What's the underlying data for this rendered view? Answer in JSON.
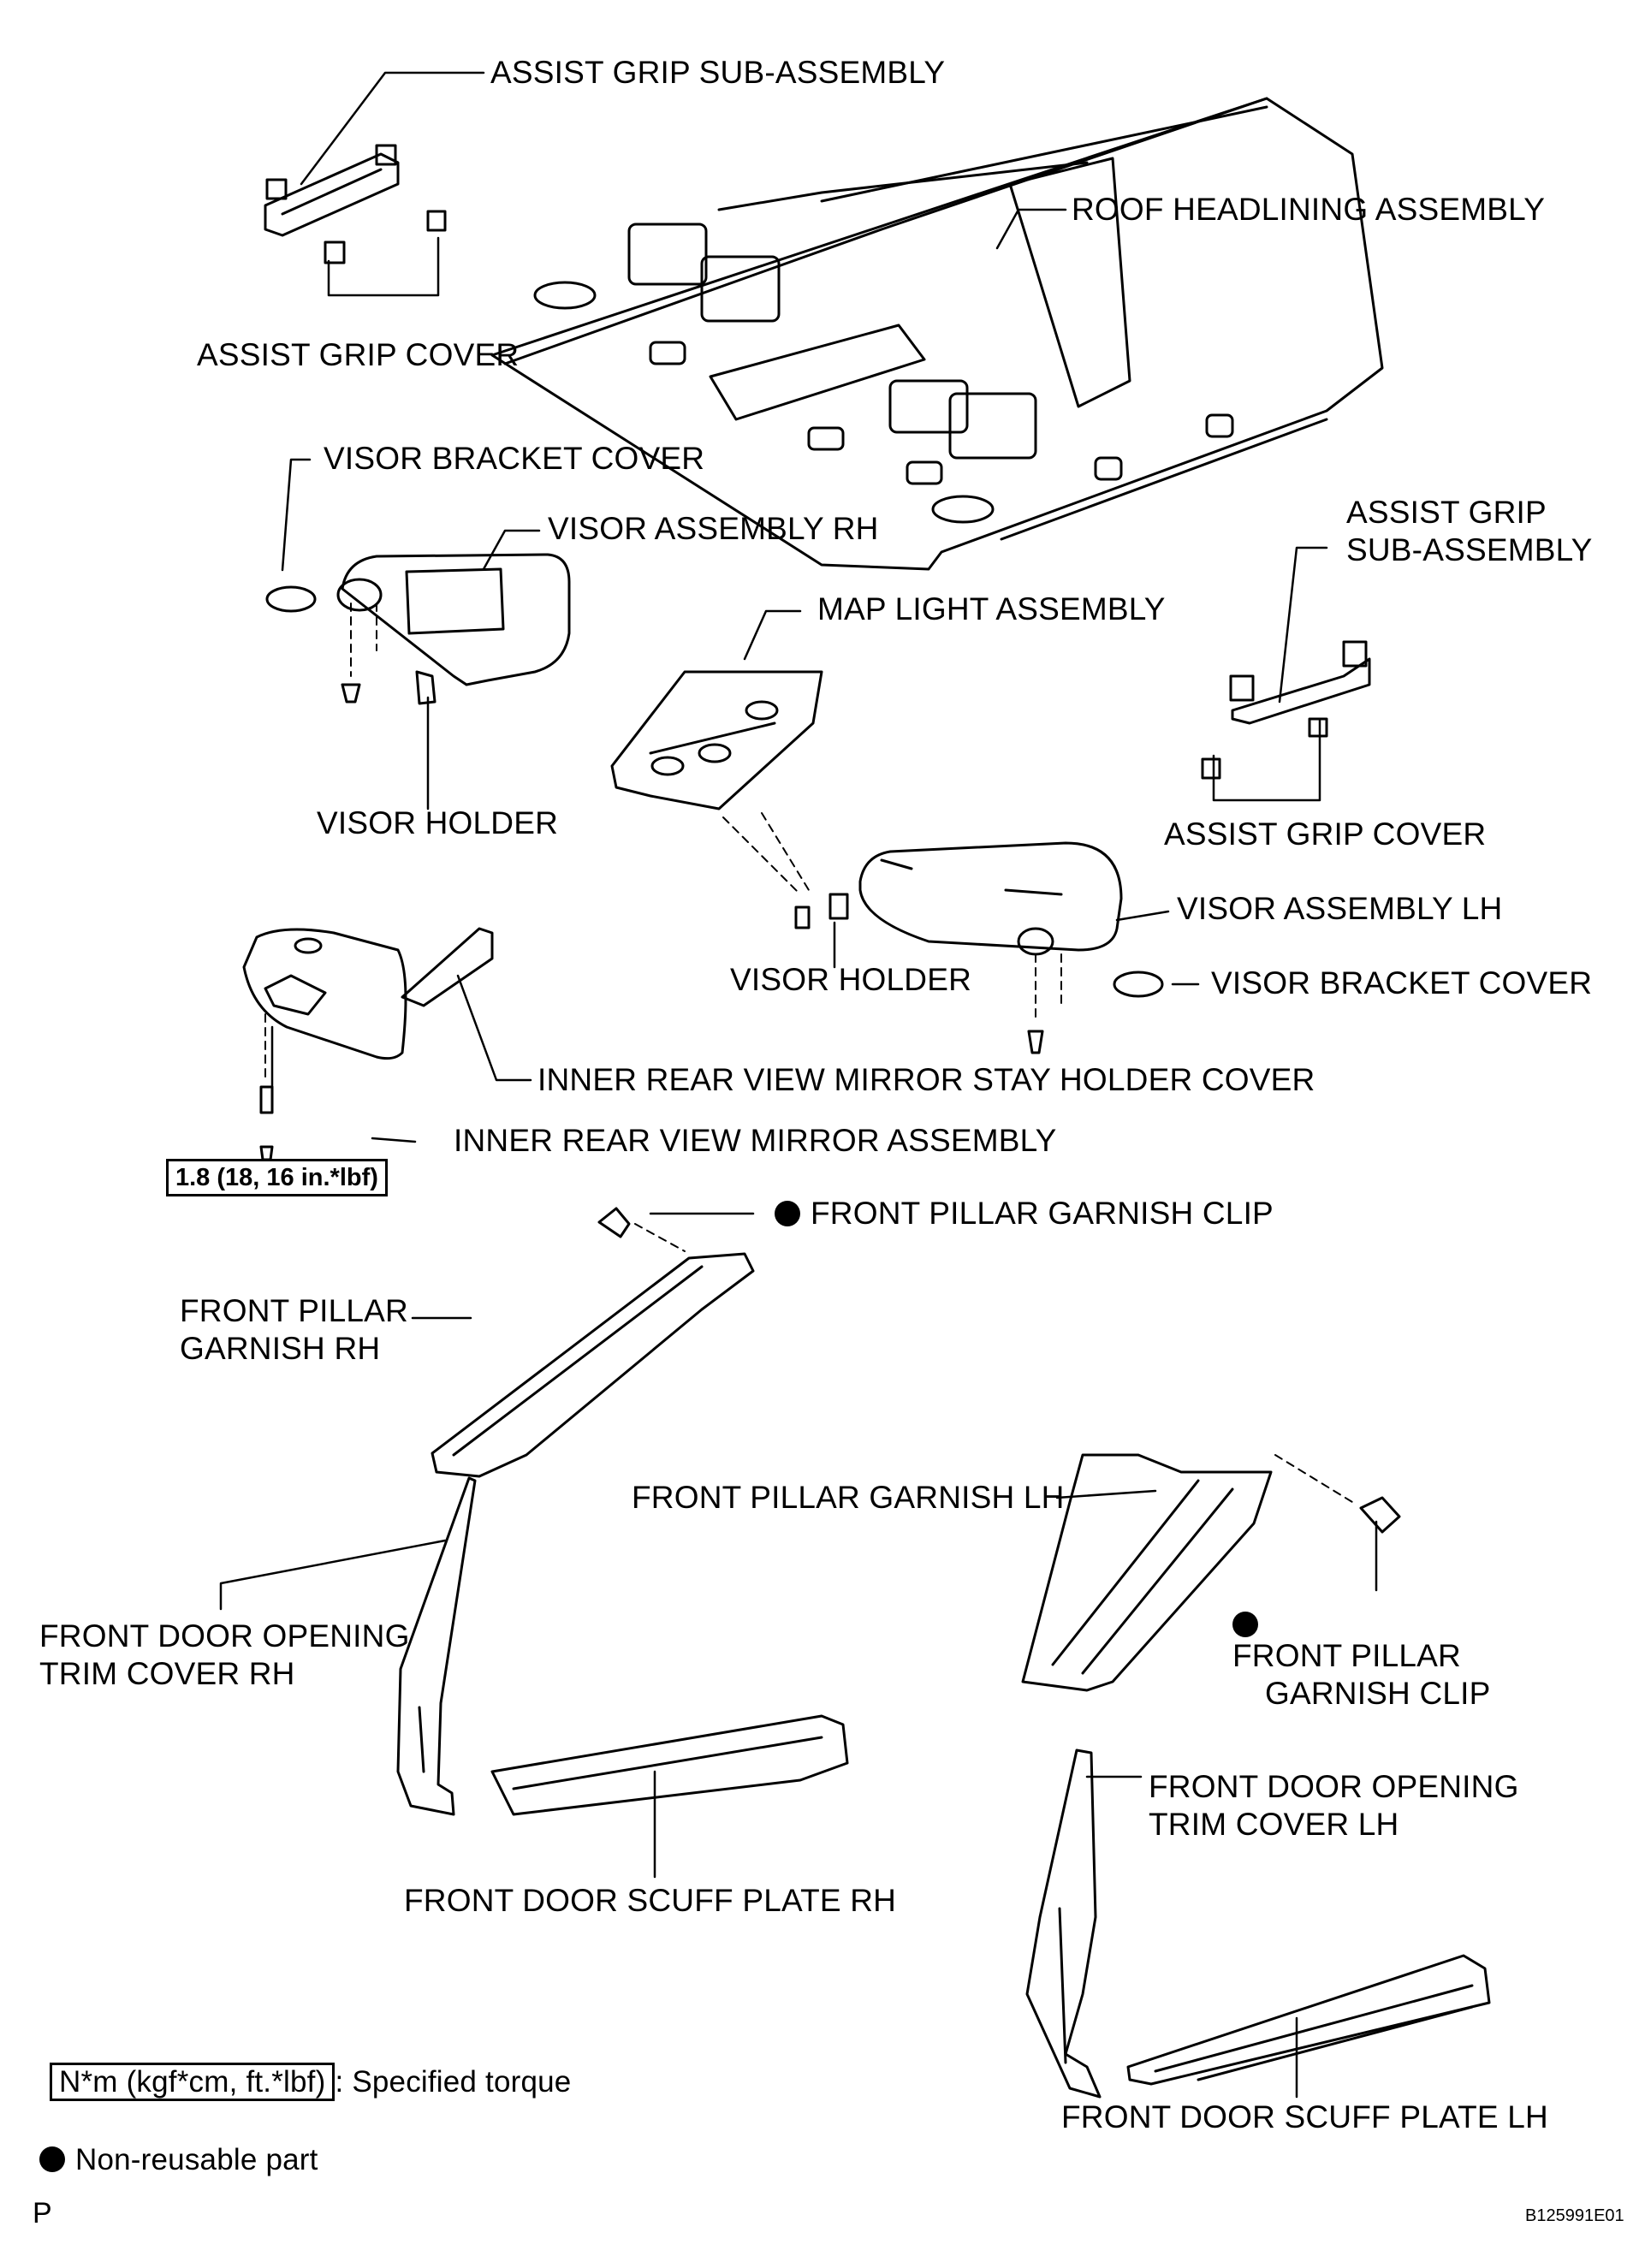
{
  "labels": {
    "assist_grip_sub_assembly_rh": "ASSIST GRIP SUB-ASSEMBLY",
    "roof_headlining_assembly": "ROOF HEADLINING ASSEMBLY",
    "assist_grip_cover_rh": "ASSIST GRIP COVER",
    "visor_bracket_cover_rh": "VISOR BRACKET COVER",
    "visor_assembly_rh": "VISOR ASSEMBLY RH",
    "assist_grip_sub_assembly_lh_line1": "ASSIST GRIP",
    "assist_grip_sub_assembly_lh_line2": "SUB-ASSEMBLY",
    "map_light_assembly": "MAP LIGHT ASSEMBLY",
    "visor_holder_rh": "VISOR HOLDER",
    "assist_grip_cover_lh": "ASSIST GRIP COVER",
    "visor_assembly_lh": "VISOR ASSEMBLY LH",
    "visor_holder_lh": "VISOR HOLDER",
    "visor_bracket_cover_lh": "VISOR BRACKET COVER",
    "mirror_stay_holder_cover": "INNER REAR VIEW MIRROR STAY HOLDER COVER",
    "mirror_assembly": "INNER REAR VIEW MIRROR ASSEMBLY",
    "front_pillar_garnish_clip_rh": "FRONT PILLAR GARNISH CLIP",
    "front_pillar_garnish_rh_line1": "FRONT PILLAR",
    "front_pillar_garnish_rh_line2": "GARNISH RH",
    "front_pillar_garnish_lh": "FRONT PILLAR GARNISH LH",
    "front_door_opening_trim_rh_line1": "FRONT DOOR OPENING",
    "front_door_opening_trim_rh_line2": "TRIM COVER RH",
    "front_pillar_garnish_clip_lh_line1": "FRONT PILLAR",
    "front_pillar_garnish_clip_lh_line2": "GARNISH CLIP",
    "front_door_opening_trim_lh_line1": "FRONT DOOR OPENING",
    "front_door_opening_trim_lh_line2": "TRIM COVER LH",
    "front_door_scuff_plate_rh": "FRONT DOOR SCUFF PLATE RH",
    "front_door_scuff_plate_lh": "FRONT DOOR SCUFF PLATE LH"
  },
  "torque_spec": "1.8 (18, 16 in.*lbf)",
  "legend": {
    "torque_unit": "N*m (kgf*cm, ft.*lbf)",
    "torque_text": ": Specified torque",
    "non_reusable_text": "Non-reusable part"
  },
  "footer": {
    "page_marker": "P",
    "figure_code": "B125991E01"
  }
}
